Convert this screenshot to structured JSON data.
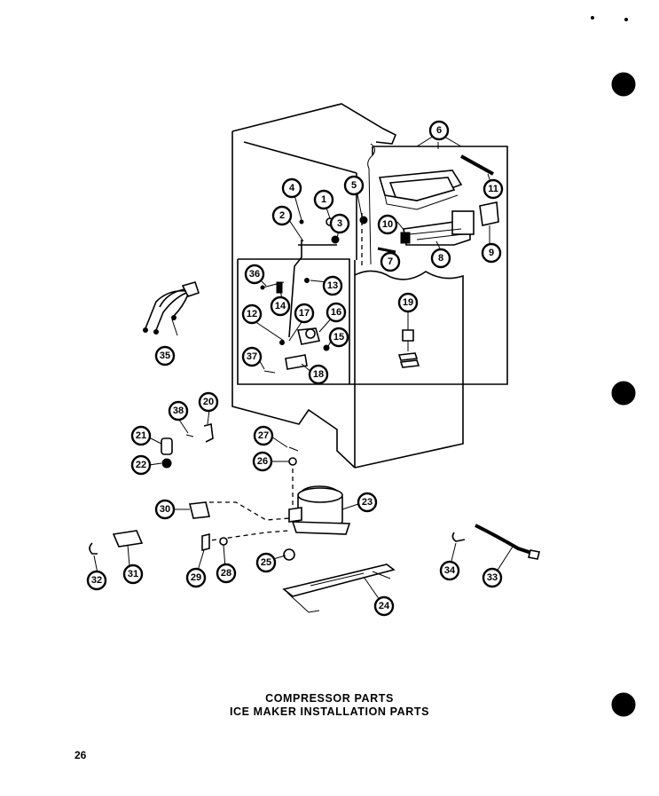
{
  "callouts": [
    "1",
    "2",
    "3",
    "4",
    "5",
    "6",
    "7",
    "8",
    "9",
    "10",
    "11",
    "12",
    "13",
    "14",
    "15",
    "16",
    "17",
    "18",
    "19",
    "20",
    "21",
    "22",
    "23",
    "24",
    "25",
    "26",
    "27",
    "28",
    "29",
    "30",
    "31",
    "32",
    "33",
    "34",
    "35",
    "36",
    "37",
    "38"
  ],
  "caption": {
    "line1": "COMPRESSOR PARTS",
    "line2": "ICE MAKER INSTALLATION PARTS"
  },
  "page_number": "26"
}
